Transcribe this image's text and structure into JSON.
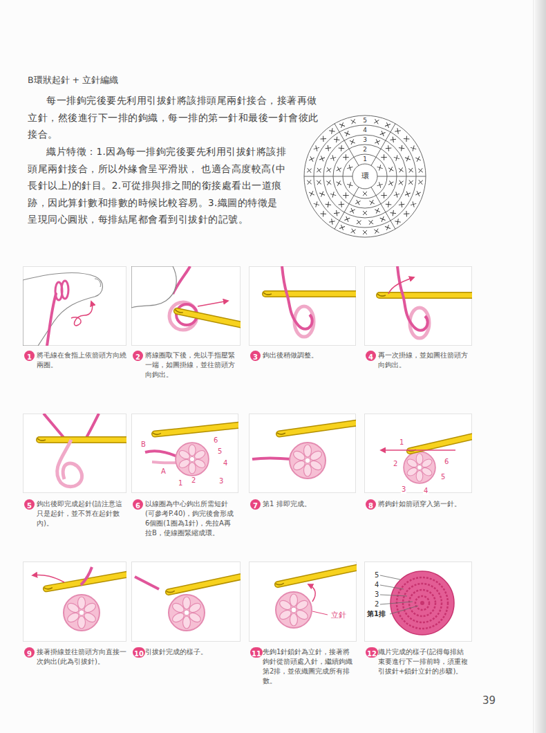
{
  "diagram": {
    "title": "B環狀起針 + 立針編織",
    "nodes": [
      {
        "text": [
          "1"
        ]
      },
      {
        "text": [
          "2"
        ]
      },
      {
        "text": [
          "3"
        ]
      },
      {
        "text": [
          "4"
        ]
      },
      {
        "text": [
          "5"
        ]
      },
      {
        "text": [
          "6"
        ]
      },
      {
        "text": [
          "7"
        ]
      },
      {
        "text": [
          "8"
        ]
      },
      {
        "text": [
          "9"
        ]
      },
      {
        "text": [
          "10"
        ]
      },
      {
        "text": [
          "11"
        ]
      },
      {
        "text": [
          "12"
        ]
      }
    ],
    "labels": [
      "每一排鉤完後要先利用引拔針將該排頭尾兩針接合，接著再做立針，然後進行下一排的鉤織，每一排的第一針和最後一針會彼此接合。",
      "織片特徵：1.因為每一排鉤完後要先利用引拔針將該排頭尾兩針接合，所以外緣會呈平滑狀， 也適合高度較高(中長針以上)的針目。2.可從排與排之間的銜接處看出一道痕跡，因此算針數和排數的時候比較容易。3.織圖的特徵是呈現同心圓狀，每排結尾都會看到引拔針的記號。",
      "環",
      "5",
      "4",
      "3",
      "2",
      "1",
      "將毛線在食指上依箭頭方向繞兩圈。",
      "將線圈取下後，先以手指壓緊一端，如圖掛線，並往箭頭方向鉤出。",
      "鉤出後稍做調整。",
      "再一次掛線，並如圖往箭頭方向鉤出。",
      "鉤出後即完成起針(請注意這只是起針，並不算在起針數內)。",
      "以線圈為中心鉤出所需短針(可參考P.40)，鉤完後會形成6個圈(1圈為1針)，先拉A再拉B，使線圈緊縮成環。",
      "第1 排即完成。",
      "將鉤針如箭頭穿入第一針。",
      "接著掛線並往箭頭方向直接一次鉤出(此為引拔針)。",
      "引拔針完成的樣子。",
      "先鉤1針鎖針為立針，接著將鉤針從箭頭處入針，繼續鉤織第2排，並依織圖完成所有排數。",
      "織片完成的樣子(記得每排結束要進行下一排前時，須重複引拔針+鎖針立針的步驟)。",
      "B",
      "A",
      "6",
      "5",
      "4",
      "1",
      "2",
      "3",
      "1",
      "2",
      "6",
      "5",
      "3",
      "4",
      "立針",
      "5",
      "4",
      "3",
      "2",
      "第1排",
      "39"
    ]
  }
}
